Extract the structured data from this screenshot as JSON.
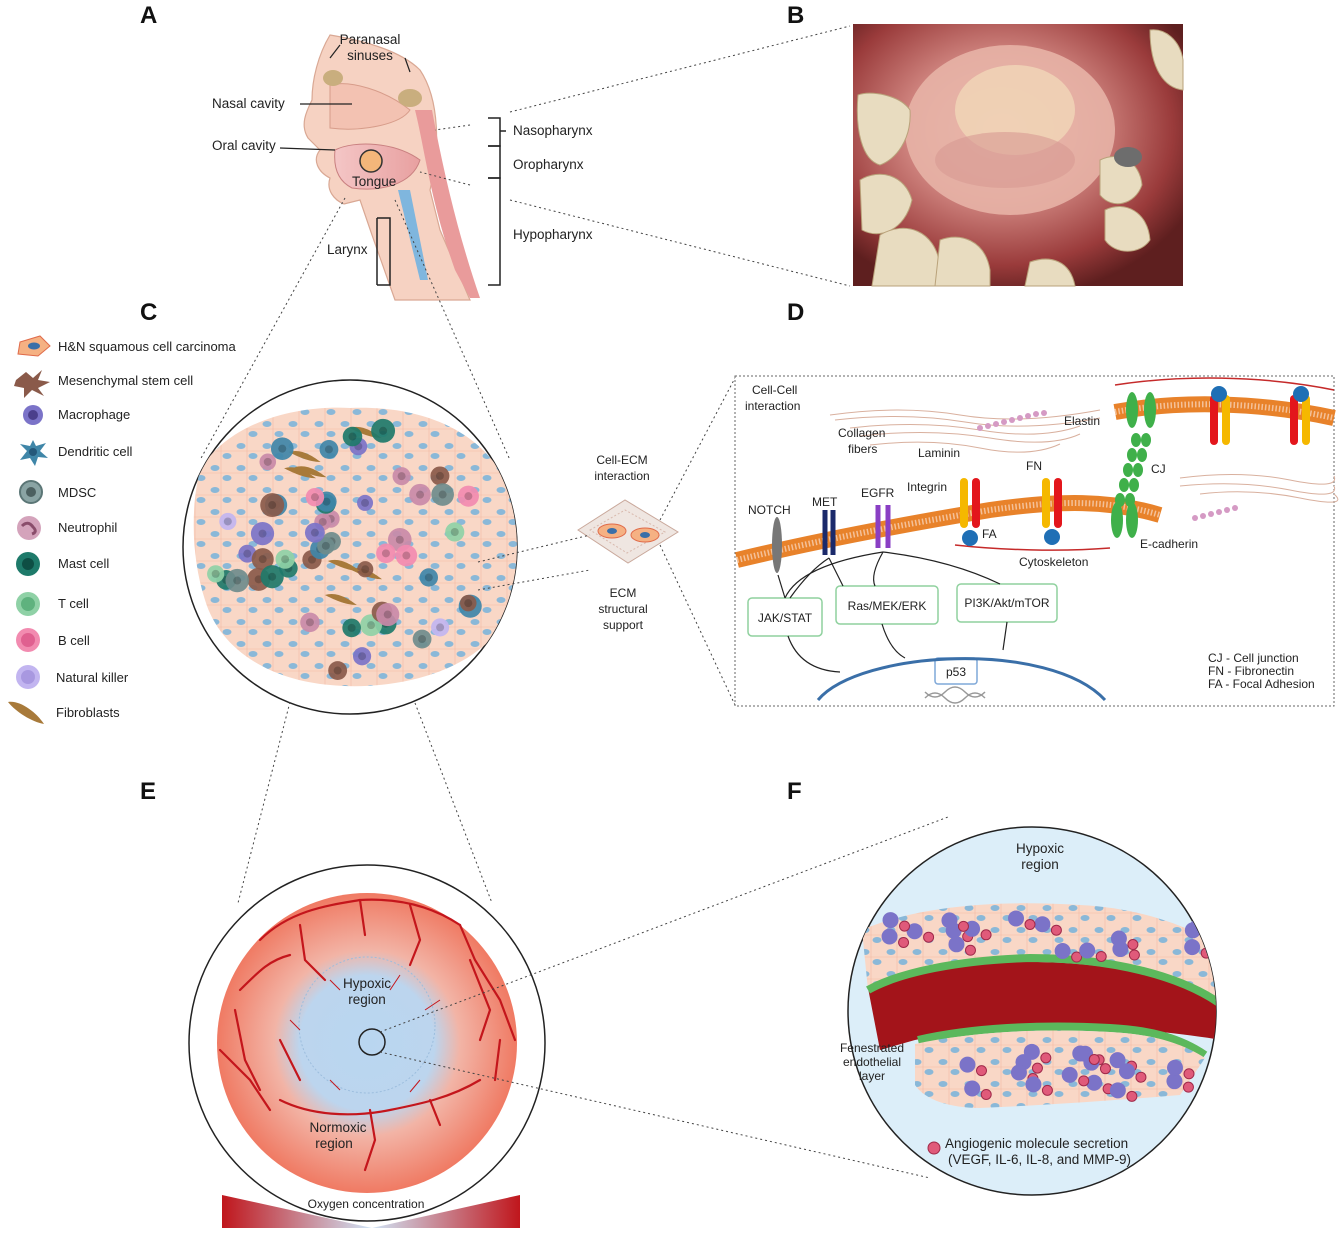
{
  "panels": [
    "A",
    "B",
    "C",
    "D",
    "E",
    "F"
  ],
  "panel_a": {
    "paranasal_sinuses": [
      "Paranasal",
      "sinuses"
    ],
    "nasal_cavity": "Nasal cavity",
    "oral_cavity": "Oral cavity",
    "tongue": "Tongue",
    "larynx": "Larynx",
    "nasopharynx": "Nasopharynx",
    "oropharynx": "Oropharynx",
    "hypopharynx": "Hypopharynx"
  },
  "panel_c": {
    "legend": [
      {
        "label": "H&N squamous cell carcinoma",
        "icon": "carcinoma-cell-icon",
        "color": "#f5b183"
      },
      {
        "label": "Mesenchymal stem cell",
        "icon": "mesenchymal-stem-cell-icon",
        "color": "#8a5a4a"
      },
      {
        "label": "Macrophage",
        "icon": "macrophage-icon",
        "color": "#7b73c8"
      },
      {
        "label": "Dendritic cell",
        "icon": "dendritic-cell-icon",
        "color": "#3f86a8"
      },
      {
        "label": "MDSC",
        "icon": "mdsc-icon",
        "color": "#6f8c8c"
      },
      {
        "label": "Neutrophil",
        "icon": "neutrophil-icon",
        "color": "#c98aa8"
      },
      {
        "label": "Mast cell",
        "icon": "mast-cell-icon",
        "color": "#1e7a6a"
      },
      {
        "label": "T cell",
        "icon": "t-cell-icon",
        "color": "#8fd1a6"
      },
      {
        "label": "B cell",
        "icon": "b-cell-icon",
        "color": "#f28bb0"
      },
      {
        "label": "Natural killer",
        "icon": "natural-killer-icon",
        "color": "#c2b5f0"
      },
      {
        "label": "Fibroblasts",
        "icon": "fibroblast-icon",
        "color": "#a87a3a"
      }
    ],
    "cell_ecm": [
      "Cell-ECM",
      "interaction"
    ],
    "ecm_support": [
      "ECM",
      "structural",
      "support"
    ]
  },
  "panel_d": {
    "cell_cell": [
      "Cell-Cell",
      "interaction"
    ],
    "collagen": [
      "Collagen",
      "fibers"
    ],
    "elastin": "Elastin",
    "laminin": "Laminin",
    "fn": "FN",
    "integrin": "Integrin",
    "cj": "CJ",
    "notch": "NOTCH",
    "met": "MET",
    "egfr": "EGFR",
    "fa": "FA",
    "cytoskeleton": "Cytoskeleton",
    "ecadherin": "E-cadherin",
    "jak": "JAK/STAT",
    "ras": "Ras/MEK/ERK",
    "pi3k": "PI3K/Akt/mTOR",
    "p53": "p53",
    "abbreviations": [
      "CJ - Cell junction",
      "FN - Fibronectin",
      "FA - Focal Adhesion"
    ]
  },
  "panel_e": {
    "hypoxic": [
      "Hypoxic",
      "region"
    ],
    "normoxic": [
      "Normoxic",
      "region"
    ],
    "oxygen": "Oxygen concentration"
  },
  "panel_f": {
    "hypoxic": [
      "Hypoxic",
      "region"
    ],
    "fenestrated": [
      "Fenestrated",
      "endothelial",
      "layer"
    ],
    "angiogenic": [
      "Angiogenic molecule secretion",
      "(VEGF, IL-6, IL-8, and MMP-9)"
    ]
  },
  "colors": {
    "tumor_bg": "#f9d7c6",
    "nucleus": "#8ab8d8",
    "vessel": "#c4161c",
    "membrane": "#e8822a",
    "hypoxic_blue": "#b7d4ef",
    "normoxic_red": "#f08470",
    "endothelium": "#5cb85c",
    "dna_blue": "#3a6fa8"
  }
}
